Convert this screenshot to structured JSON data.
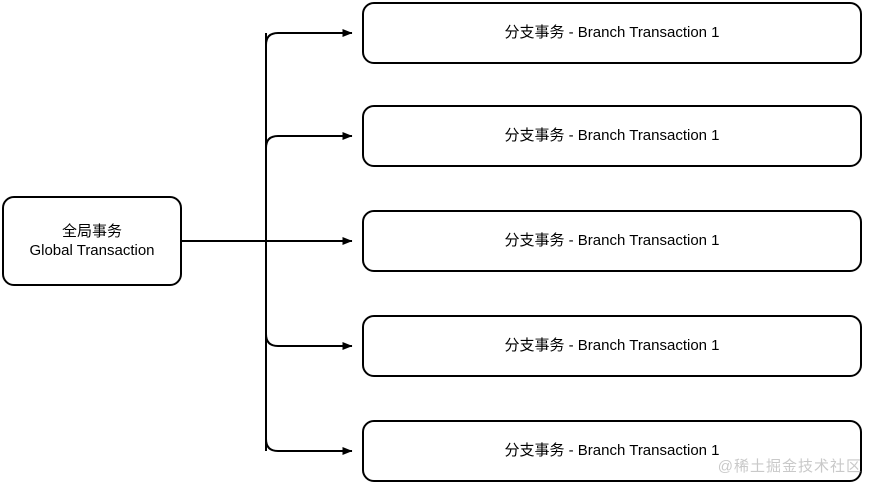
{
  "diagram": {
    "type": "tree-fanout",
    "background_color": "#ffffff",
    "stroke_color": "#000000",
    "node_fill_color": "#ffffff",
    "root": {
      "name": "global-transaction",
      "lines": [
        "全局事务",
        "Global Transaction"
      ]
    },
    "branches": [
      {
        "name": "branch-transaction-1",
        "label": "分支事务 - Branch Transaction 1"
      },
      {
        "name": "branch-transaction-2",
        "label": "分支事务 - Branch Transaction 1"
      },
      {
        "name": "branch-transaction-3",
        "label": "分支事务 - Branch Transaction 1"
      },
      {
        "name": "branch-transaction-4",
        "label": "分支事务 - Branch Transaction 1"
      },
      {
        "name": "branch-transaction-5",
        "label": "分支事务 - Branch Transaction 1"
      }
    ],
    "watermark": {
      "text": "@稀土掘金技术社区",
      "color": "#c9c9c9"
    }
  }
}
